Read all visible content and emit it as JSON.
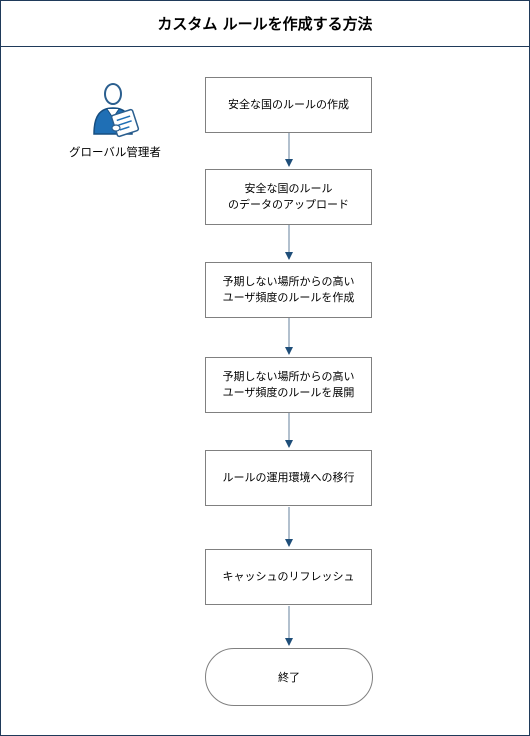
{
  "title": "カスタム ルールを作成する方法",
  "role": {
    "label": "グローバル管理者",
    "icon": "administrator-person-with-clipboard-icon"
  },
  "steps": [
    {
      "lines": [
        "安全な国のルールの作成"
      ]
    },
    {
      "lines": [
        "安全な国のルール",
        "のデータのアップロード"
      ]
    },
    {
      "lines": [
        "予期しない場所からの高い",
        "ユーザ頻度のルールを作成"
      ]
    },
    {
      "lines": [
        "予期しない場所からの高い",
        "ユーザ頻度のルールを展開"
      ]
    },
    {
      "lines": [
        "ルールの運用環境への移行"
      ]
    },
    {
      "lines": [
        "キャッシュのリフレッシュ"
      ]
    }
  ],
  "end_label": "終了",
  "colors": {
    "border": "#1f3a5a",
    "box_border": "#808080",
    "arrow": "#1f4e79",
    "icon_blue": "#1f6fb5"
  }
}
